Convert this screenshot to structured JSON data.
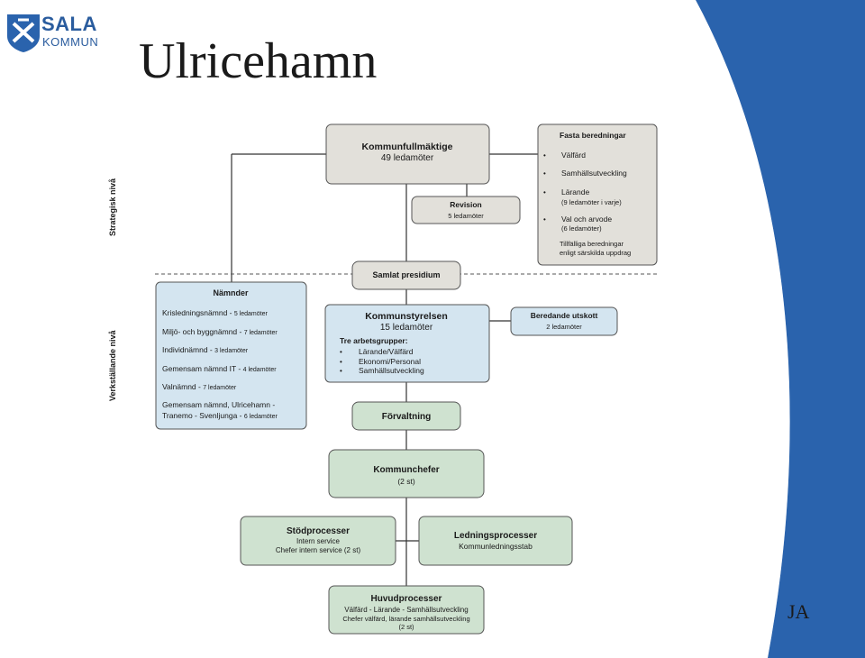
{
  "logo": {
    "line1": "SALA",
    "line2": "KOMMUN"
  },
  "slide": {
    "title": "Ulricehamn",
    "initials": "JA"
  },
  "levels": {
    "strategic": "Strategisk nivå",
    "executive": "Verkställande nivå"
  },
  "boxes": {
    "kommunfullmaktige": {
      "title": "Kommunfullmäktige",
      "sub": "49 ledamöter"
    },
    "fasta": {
      "title": "Fasta beredningar",
      "items": [
        {
          "label": "Välfärd",
          "note": ""
        },
        {
          "label": "Samhällsutveckling",
          "note": ""
        },
        {
          "label": "Lärande",
          "note": "(9 ledamöter i varje)"
        },
        {
          "label": "Val och arvode",
          "note": "(6 ledamöter)"
        }
      ],
      "footer1": "Tillfälliga beredningar",
      "footer2": "enligt särskilda uppdrag"
    },
    "revision": {
      "title": "Revision",
      "sub": "5 ledamöter"
    },
    "presidium": {
      "title": "Samlat presidium"
    },
    "namnder": {
      "title": "Nämnder",
      "items": [
        {
          "name": "Krisledningsnämnd -",
          "members": "5 ledamöter"
        },
        {
          "name": "Miljö- och byggnämnd -",
          "members": "7 ledamöter"
        },
        {
          "name": "Individnämnd -",
          "members": "3 ledamöter"
        },
        {
          "name": "Gemensam nämnd IT -",
          "members": "4 ledamöter"
        },
        {
          "name": "Valnämnd -",
          "members": "7 ledamöter"
        }
      ],
      "last_line1": "Gemensam nämnd, Ulricehamn -",
      "last_line2": "Tranemo - Svenljunga -",
      "last_members": "6 ledamöter"
    },
    "kommunstyrelsen": {
      "title": "Kommunstyrelsen",
      "sub": "15 ledamöter",
      "groups_title": "Tre arbetsgrupper:",
      "groups": [
        "Lärande/Välfärd",
        "Ekonomi/Personal",
        "Samhällsutveckling"
      ]
    },
    "beredande": {
      "title": "Beredande utskott",
      "sub": "2 ledamöter"
    },
    "forvaltning": {
      "title": "Förvaltning"
    },
    "kommunchefer": {
      "title": "Kommunchefer",
      "sub": "(2 st)"
    },
    "stodprocesser": {
      "title": "Stödprocesser",
      "sub1": "Intern service",
      "sub2": "Chefer intern service (2 st)"
    },
    "ledningsprocesser": {
      "title": "Ledningsprocesser",
      "sub1": "Kommunledningsstab"
    },
    "huvudprocesser": {
      "title": "Huvudprocesser",
      "sub1": "Välfärd - Lärande - Samhällsutveckling",
      "sub2": "Chefer välfärd, lärande samhällsutveckling",
      "sub3": "(2 st)"
    }
  },
  "colors": {
    "grey": "#e2e0da",
    "blue": "#d4e5f0",
    "green": "#cfe2d0",
    "accent": "#2a63ad"
  }
}
